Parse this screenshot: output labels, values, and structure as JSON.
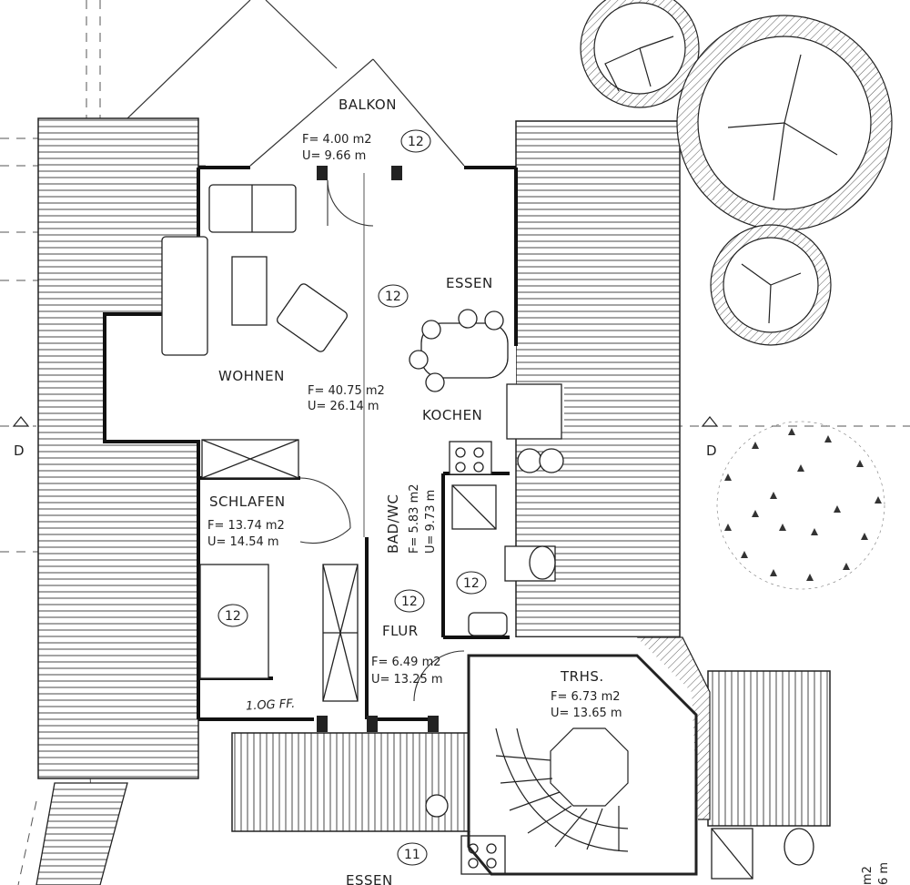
{
  "plan": {
    "rooms": {
      "balkon": {
        "name": "BALKON",
        "area": "F= 4.00 m2",
        "perimeter": "U= 9.66 m",
        "badge": "12"
      },
      "wohnen": {
        "name": "WOHNEN",
        "area": "F= 40.75 m2",
        "perimeter": "U= 26.14 m",
        "badge": "12"
      },
      "essen": {
        "name": "ESSEN"
      },
      "kochen": {
        "name": "KOCHEN"
      },
      "schlafen": {
        "name": "SCHLAFEN",
        "area": "F= 13.74 m2",
        "perimeter": "U= 14.54 m",
        "badge": "12"
      },
      "bad_wc": {
        "name": "BAD/WC",
        "area": "F= 5.83 m2",
        "perimeter": "U= 9.73 m",
        "badge": "12"
      },
      "flur": {
        "name": "FLUR",
        "area": "F= 6.49 m2",
        "perimeter": "U= 13.25 m",
        "badge": "12"
      },
      "trhs": {
        "name": "TRHS.",
        "area": "F= 6.73 m2",
        "perimeter": "U= 13.65 m"
      },
      "lower_essen": {
        "name": "ESSEN",
        "badge": "11"
      }
    },
    "section_marks": {
      "left": "D",
      "right": "D"
    },
    "handwritten_note": "1.OG FF.",
    "corner_text": {
      "a": "m2",
      "b": "6 m"
    }
  }
}
